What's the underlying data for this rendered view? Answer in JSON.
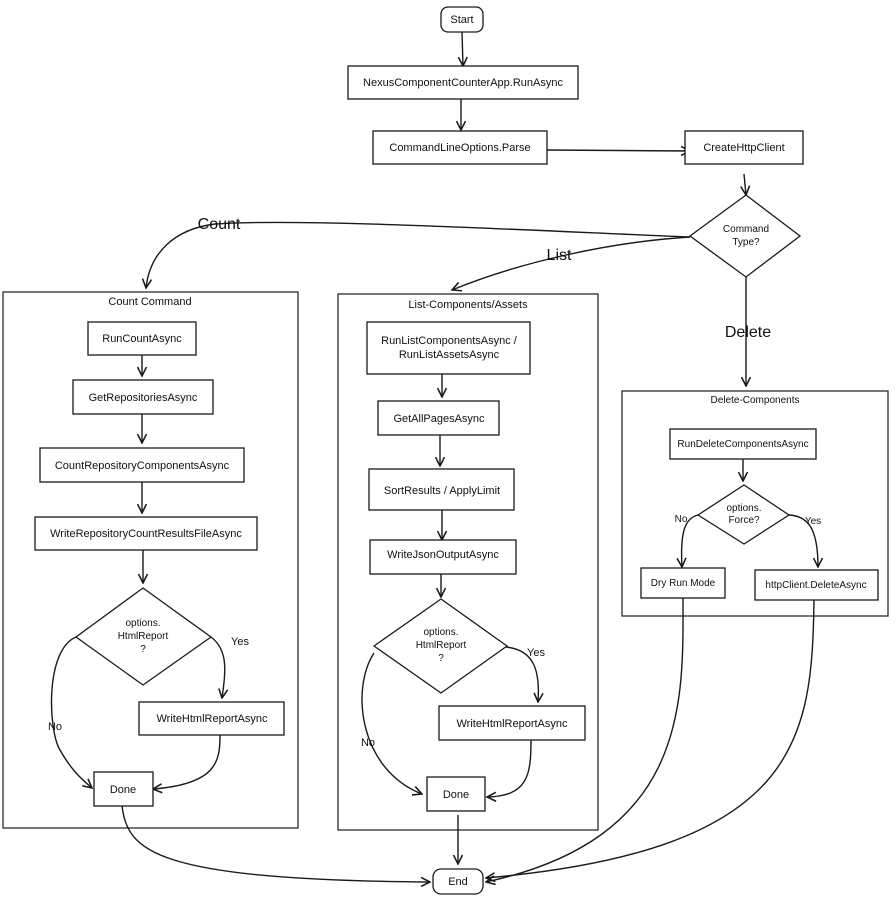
{
  "start": "Start",
  "end": "End",
  "run_async": "NexusComponentCounterApp.RunAsync",
  "parse": "CommandLineOptions.Parse",
  "create_client": "CreateHttpClient",
  "command_type": [
    "Command",
    "Type?"
  ],
  "edge_count": "Count",
  "edge_list": "List",
  "edge_delete": "Delete",
  "count_section": {
    "title": "Count Command",
    "run": "RunCountAsync",
    "get_repos": "GetRepositoriesAsync",
    "count_components": "CountRepositoryComponentsAsync",
    "write_results": "WriteRepositoryCountResultsFileAsync",
    "decision": [
      "options.",
      "HtmlReport",
      "?"
    ],
    "yes": "Yes",
    "no": "No",
    "write_html": "WriteHtmlReportAsync",
    "done": "Done"
  },
  "list_section": {
    "title": "List-Components/Assets",
    "run": [
      "RunListComponentsAsync /",
      "RunListAssetsAsync"
    ],
    "get_pages": "GetAllPagesAsync",
    "sort": "SortResults / ApplyLimit",
    "write_json": "WriteJsonOutputAsync",
    "decision": [
      "options.",
      "HtmlReport",
      "?"
    ],
    "yes": "Yes",
    "no": "No",
    "write_html": "WriteHtmlReportAsync",
    "done": "Done"
  },
  "delete_section": {
    "title": "Delete-Components",
    "run": "RunDeleteComponentsAsync",
    "decision": [
      "options.",
      "Force?"
    ],
    "yes": "Yes",
    "no": "No",
    "dry_run": "Dry Run Mode",
    "delete_call": "httpClient.DeleteAsync"
  }
}
